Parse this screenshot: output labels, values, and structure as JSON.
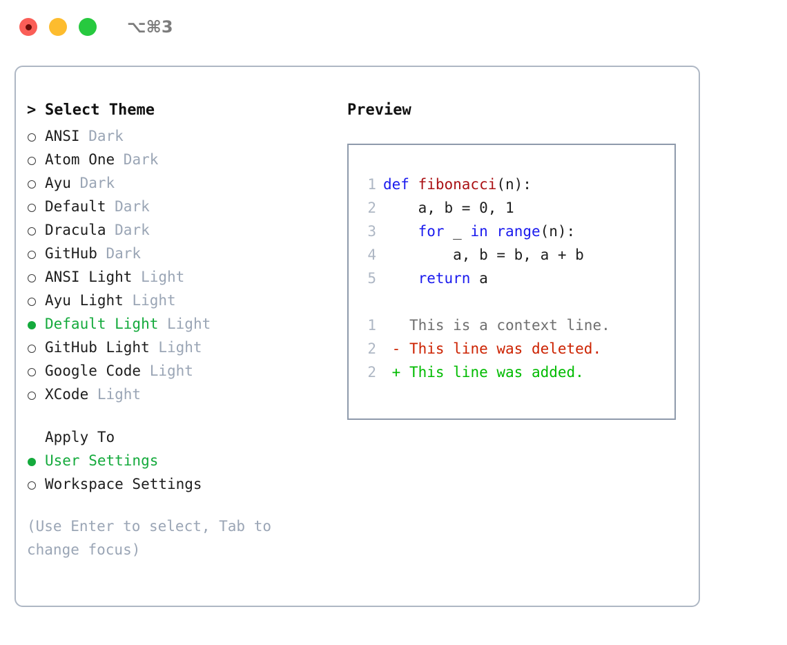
{
  "window": {
    "title": "⌥⌘3",
    "traffic_lights": [
      {
        "name": "close-button",
        "color": "#fa5e57"
      },
      {
        "name": "minimize-button",
        "color": "#fdbc2e"
      },
      {
        "name": "maximize-button",
        "color": "#27c93f"
      }
    ]
  },
  "theme_picker": {
    "heading_caret": ">",
    "heading": "Select Theme",
    "items": [
      {
        "marker": "○",
        "label": "ANSI",
        "variant": "Dark",
        "selected": false
      },
      {
        "marker": "○",
        "label": "Atom One",
        "variant": "Dark",
        "selected": false
      },
      {
        "marker": "○",
        "label": "Ayu",
        "variant": "Dark",
        "selected": false
      },
      {
        "marker": "○",
        "label": "Default",
        "variant": "Dark",
        "selected": false
      },
      {
        "marker": "○",
        "label": "Dracula",
        "variant": "Dark",
        "selected": false
      },
      {
        "marker": "○",
        "label": "GitHub",
        "variant": "Dark",
        "selected": false
      },
      {
        "marker": "○",
        "label": "ANSI Light",
        "variant": "Light",
        "selected": false
      },
      {
        "marker": "○",
        "label": "Ayu Light",
        "variant": "Light",
        "selected": false
      },
      {
        "marker": "●",
        "label": "Default Light",
        "variant": "Light",
        "selected": true
      },
      {
        "marker": "○",
        "label": "GitHub Light",
        "variant": "Light",
        "selected": false
      },
      {
        "marker": "○",
        "label": "Google Code",
        "variant": "Light",
        "selected": false
      },
      {
        "marker": "○",
        "label": "XCode",
        "variant": "Light",
        "selected": false
      }
    ]
  },
  "apply_to": {
    "title": "Apply To",
    "options": [
      {
        "marker": "●",
        "label": "User Settings",
        "selected": true
      },
      {
        "marker": "○",
        "label": "Workspace Settings",
        "selected": false
      }
    ]
  },
  "hint": "(Use Enter to select, Tab to change focus)",
  "preview": {
    "title": "Preview",
    "code_lines": [
      {
        "no": "1",
        "segments": [
          {
            "text": "def ",
            "token": "keyword"
          },
          {
            "text": "fibonacci",
            "token": "function"
          },
          {
            "text": "(n):",
            "token": "plain"
          }
        ]
      },
      {
        "no": "2",
        "segments": [
          {
            "text": "    a, b = 0, 1",
            "token": "plain"
          }
        ]
      },
      {
        "no": "3",
        "segments": [
          {
            "text": "    ",
            "token": "plain"
          },
          {
            "text": "for",
            "token": "keyword"
          },
          {
            "text": " _ ",
            "token": "plain"
          },
          {
            "text": "in",
            "token": "keyword"
          },
          {
            "text": " ",
            "token": "plain"
          },
          {
            "text": "range",
            "token": "keyword"
          },
          {
            "text": "(n):",
            "token": "plain"
          }
        ]
      },
      {
        "no": "4",
        "segments": [
          {
            "text": "        a, b = b, a + b",
            "token": "plain"
          }
        ]
      },
      {
        "no": "5",
        "segments": [
          {
            "text": "    ",
            "token": "plain"
          },
          {
            "text": "return",
            "token": "keyword"
          },
          {
            "text": " a",
            "token": "plain"
          }
        ]
      }
    ],
    "diff_lines": [
      {
        "no": "1",
        "sign": " ",
        "text": "This is a context line.",
        "kind": "context"
      },
      {
        "no": "2",
        "sign": "-",
        "text": "This line was deleted.",
        "kind": "deleted"
      },
      {
        "no": "2",
        "sign": "+",
        "text": "This line was added.",
        "kind": "added"
      }
    ]
  },
  "colors": {
    "selected_green": "#14aa3c",
    "variant_gray": "#9aa5b5",
    "keyword_blue": "#1a1aee",
    "function_red": "#aa1114",
    "diff_deleted": "#cc2200",
    "diff_added": "#00bb00",
    "border": "#aeb7c4",
    "preview_border": "#8e9aab"
  }
}
